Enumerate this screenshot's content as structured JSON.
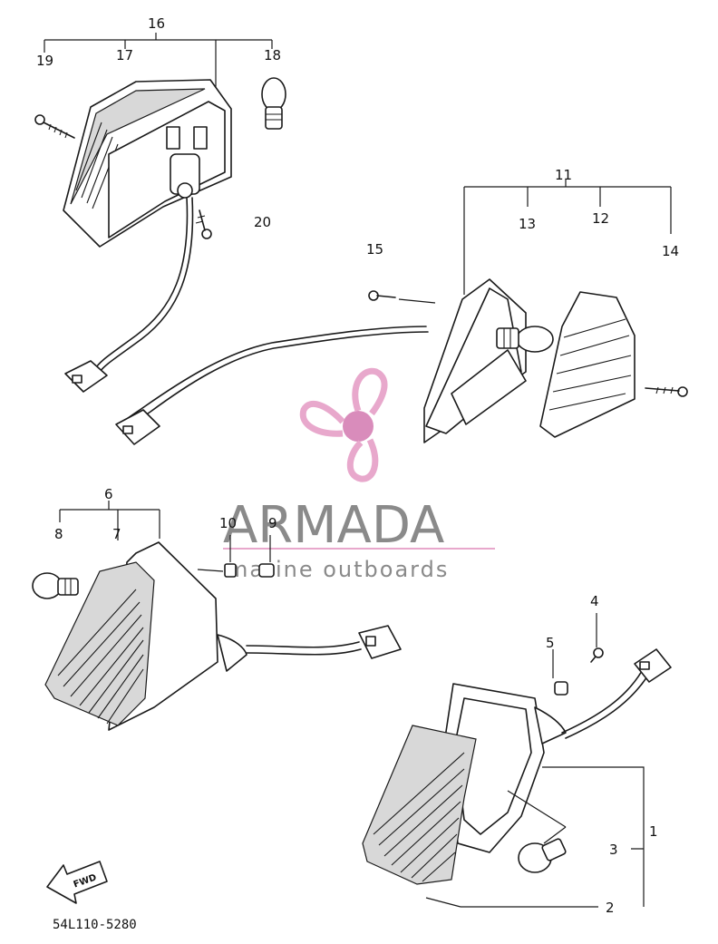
{
  "diagram": {
    "part_numbers": {
      "p1": "1",
      "p2": "2",
      "p3": "3",
      "p4": "4",
      "p5": "5",
      "p6": "6",
      "p7": "7",
      "p8": "8",
      "p9": "9",
      "p10": "10",
      "p11": "11",
      "p12": "12",
      "p13": "13",
      "p14": "14",
      "p15": "15",
      "p16": "16",
      "p17": "17",
      "p18": "18",
      "p19": "19",
      "p20": "20"
    },
    "fwd_label": "FWD",
    "drawing_code": "54L110-5280"
  },
  "watermark": {
    "brand": "ARMADA",
    "tagline": "marine outboards",
    "colors": {
      "pink": "#e8a8cc",
      "gray": "#8a8a8a",
      "pink_dark": "#d98cbb"
    }
  }
}
